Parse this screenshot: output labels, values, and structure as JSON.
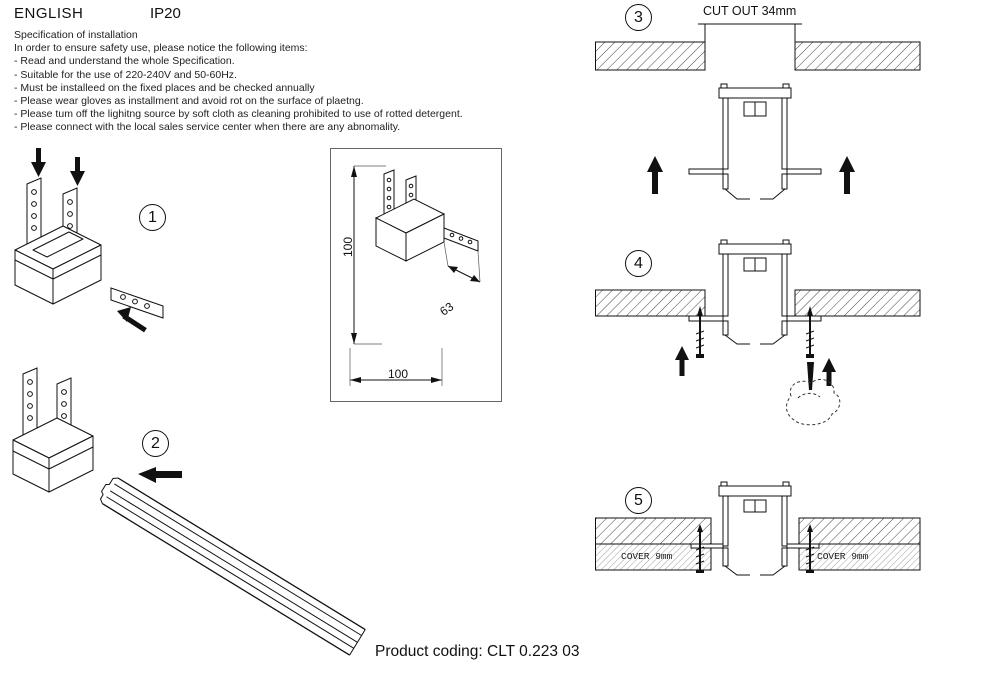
{
  "header": {
    "language": "ENGLISH",
    "ip_rating": "IP20"
  },
  "spec": {
    "title": "Specification of installation",
    "intro": "In order to ensure safety use, please notice the following items:",
    "items": [
      "- Read and understand the whole Specification.",
      "- Suitable for the use of 220-240V and 50-60Hz.",
      "- Must be installeed on the fixed places and be checked annually",
      "- Please wear gloves as installment and avoid rot on the surface of plaetng.",
      "- Please tum off the lighitng source by soft cloth as cleaning prohibited to use of rotted detergent.",
      "- Please connect with the local sales service center when there are any abnomality."
    ]
  },
  "steps": [
    "1",
    "2",
    "3",
    "4",
    "5"
  ],
  "labels": {
    "cut_out": "CUT OUT 34mm",
    "dim_vertical": "100",
    "dim_diagonal": "63",
    "dim_horizontal": "100",
    "cover_left": "COVER 9mm",
    "cover_right": "COVER 9mm"
  },
  "footer": {
    "product_coding": "Product coding: CLT 0.223 03"
  },
  "colors": {
    "line": "#111111",
    "paper": "#ffffff"
  }
}
